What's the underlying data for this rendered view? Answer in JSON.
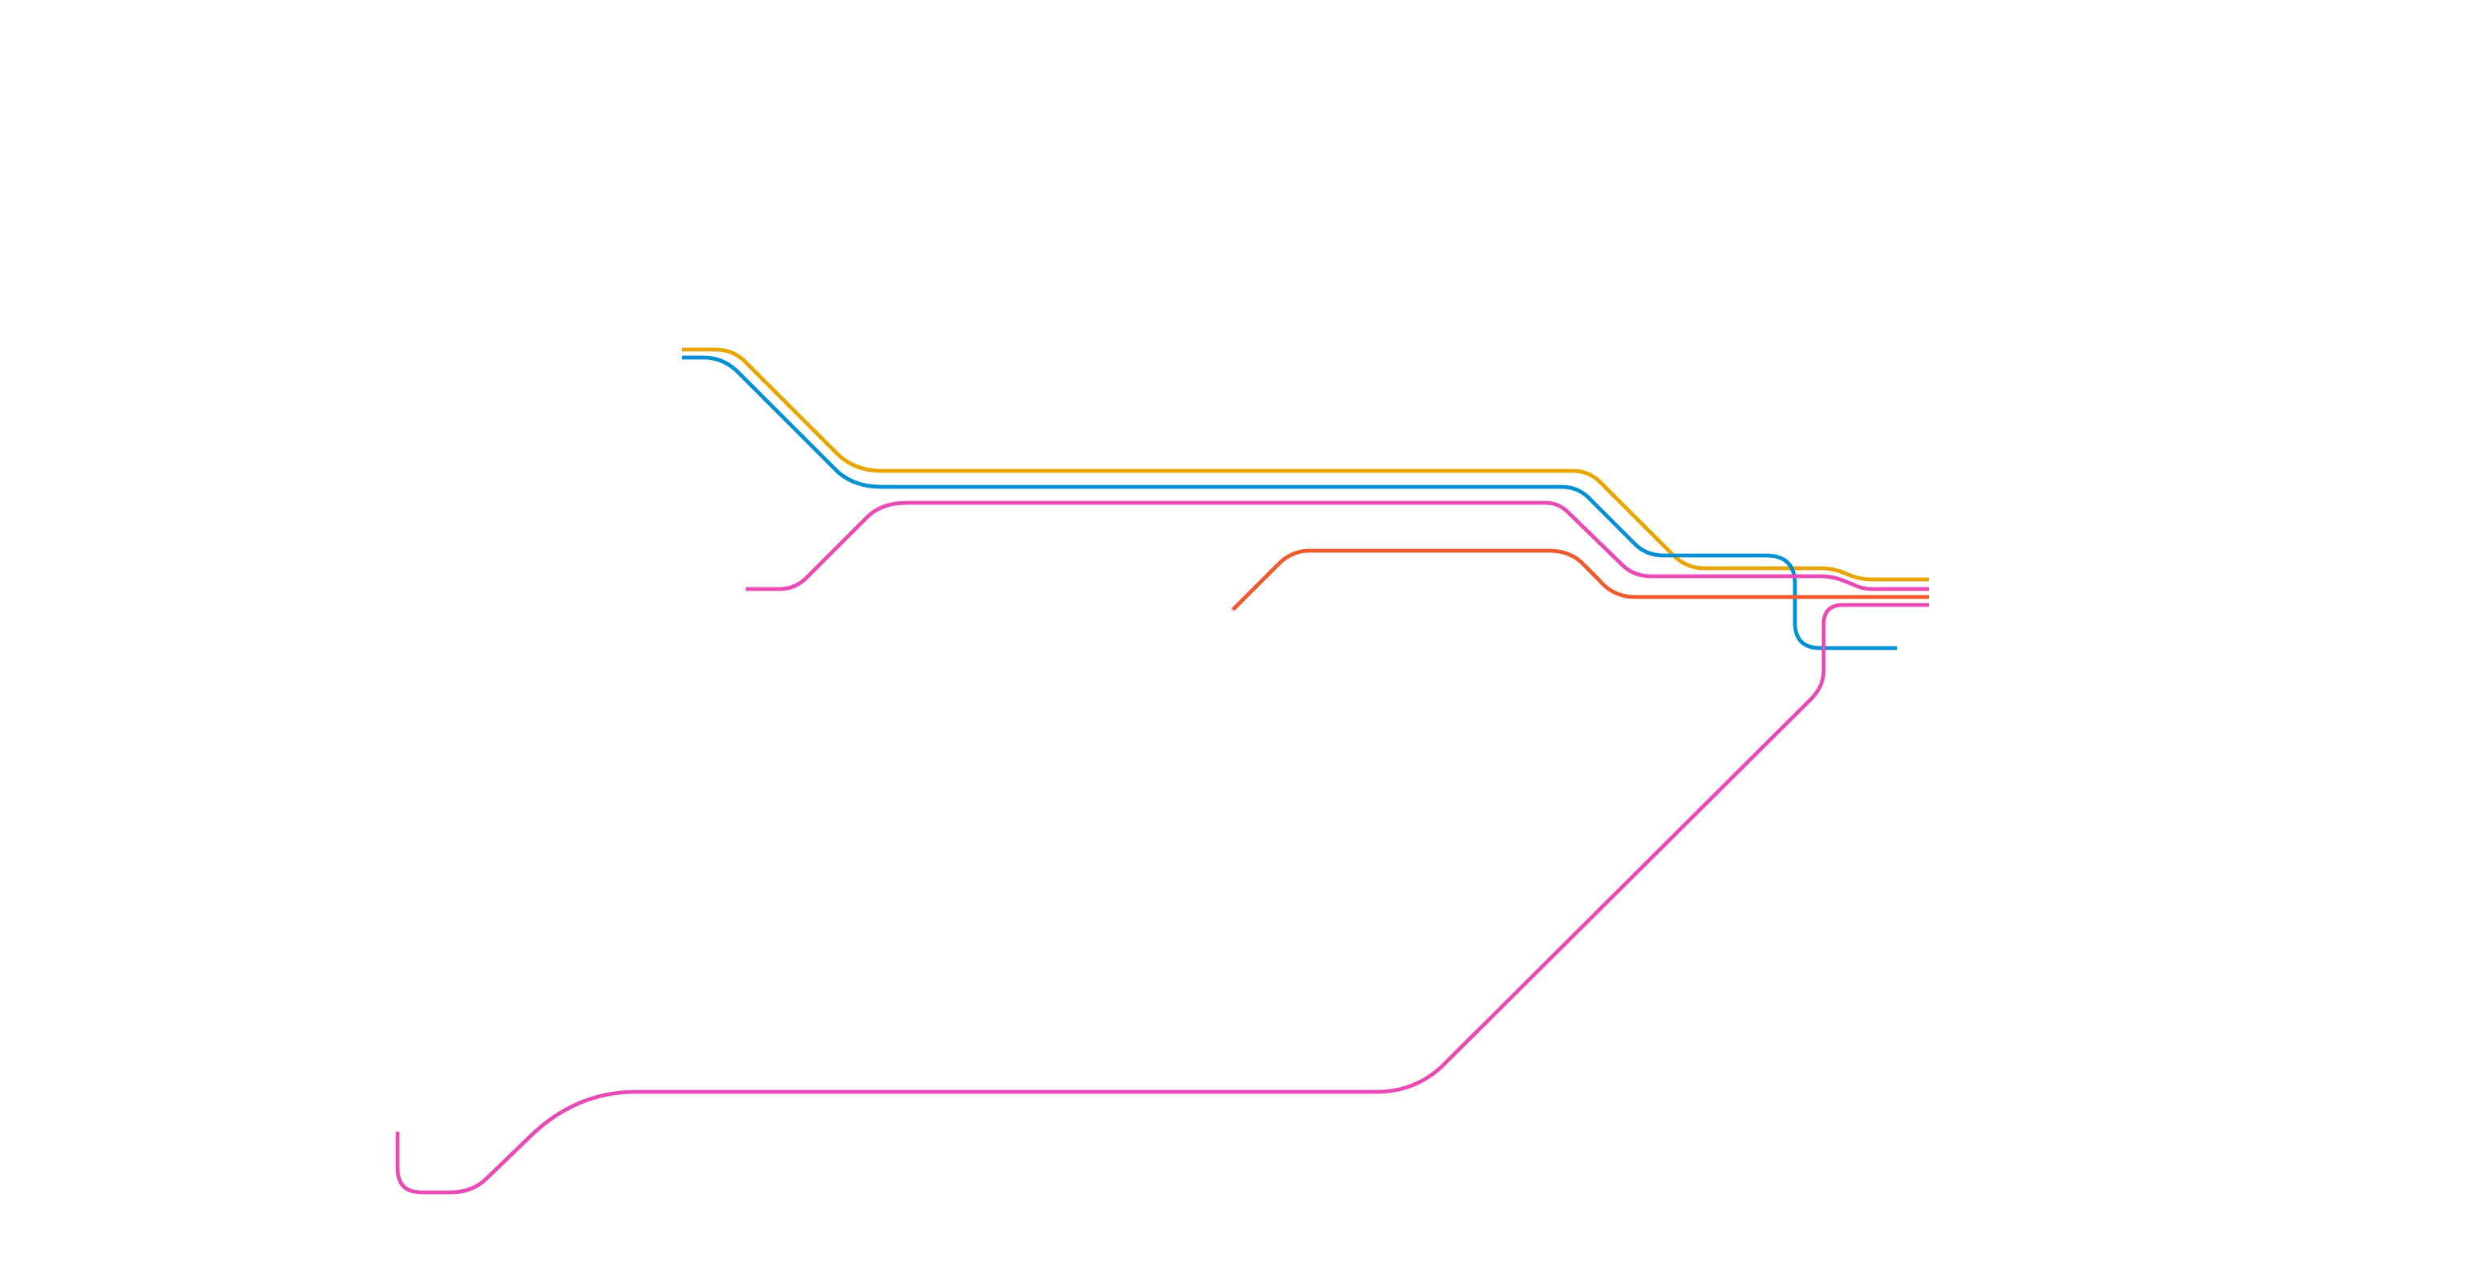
{
  "diagram": {
    "type": "transit-line-map",
    "lines": [
      {
        "name": "orange-line",
        "color": "#e8a500"
      },
      {
        "name": "blue-line",
        "color": "#0090d4"
      },
      {
        "name": "pink-line-upper",
        "color": "#e84bb5"
      },
      {
        "name": "red-line",
        "color": "#f25a2e"
      },
      {
        "name": "pink-line-lower",
        "color": "#e84bb5"
      }
    ]
  }
}
